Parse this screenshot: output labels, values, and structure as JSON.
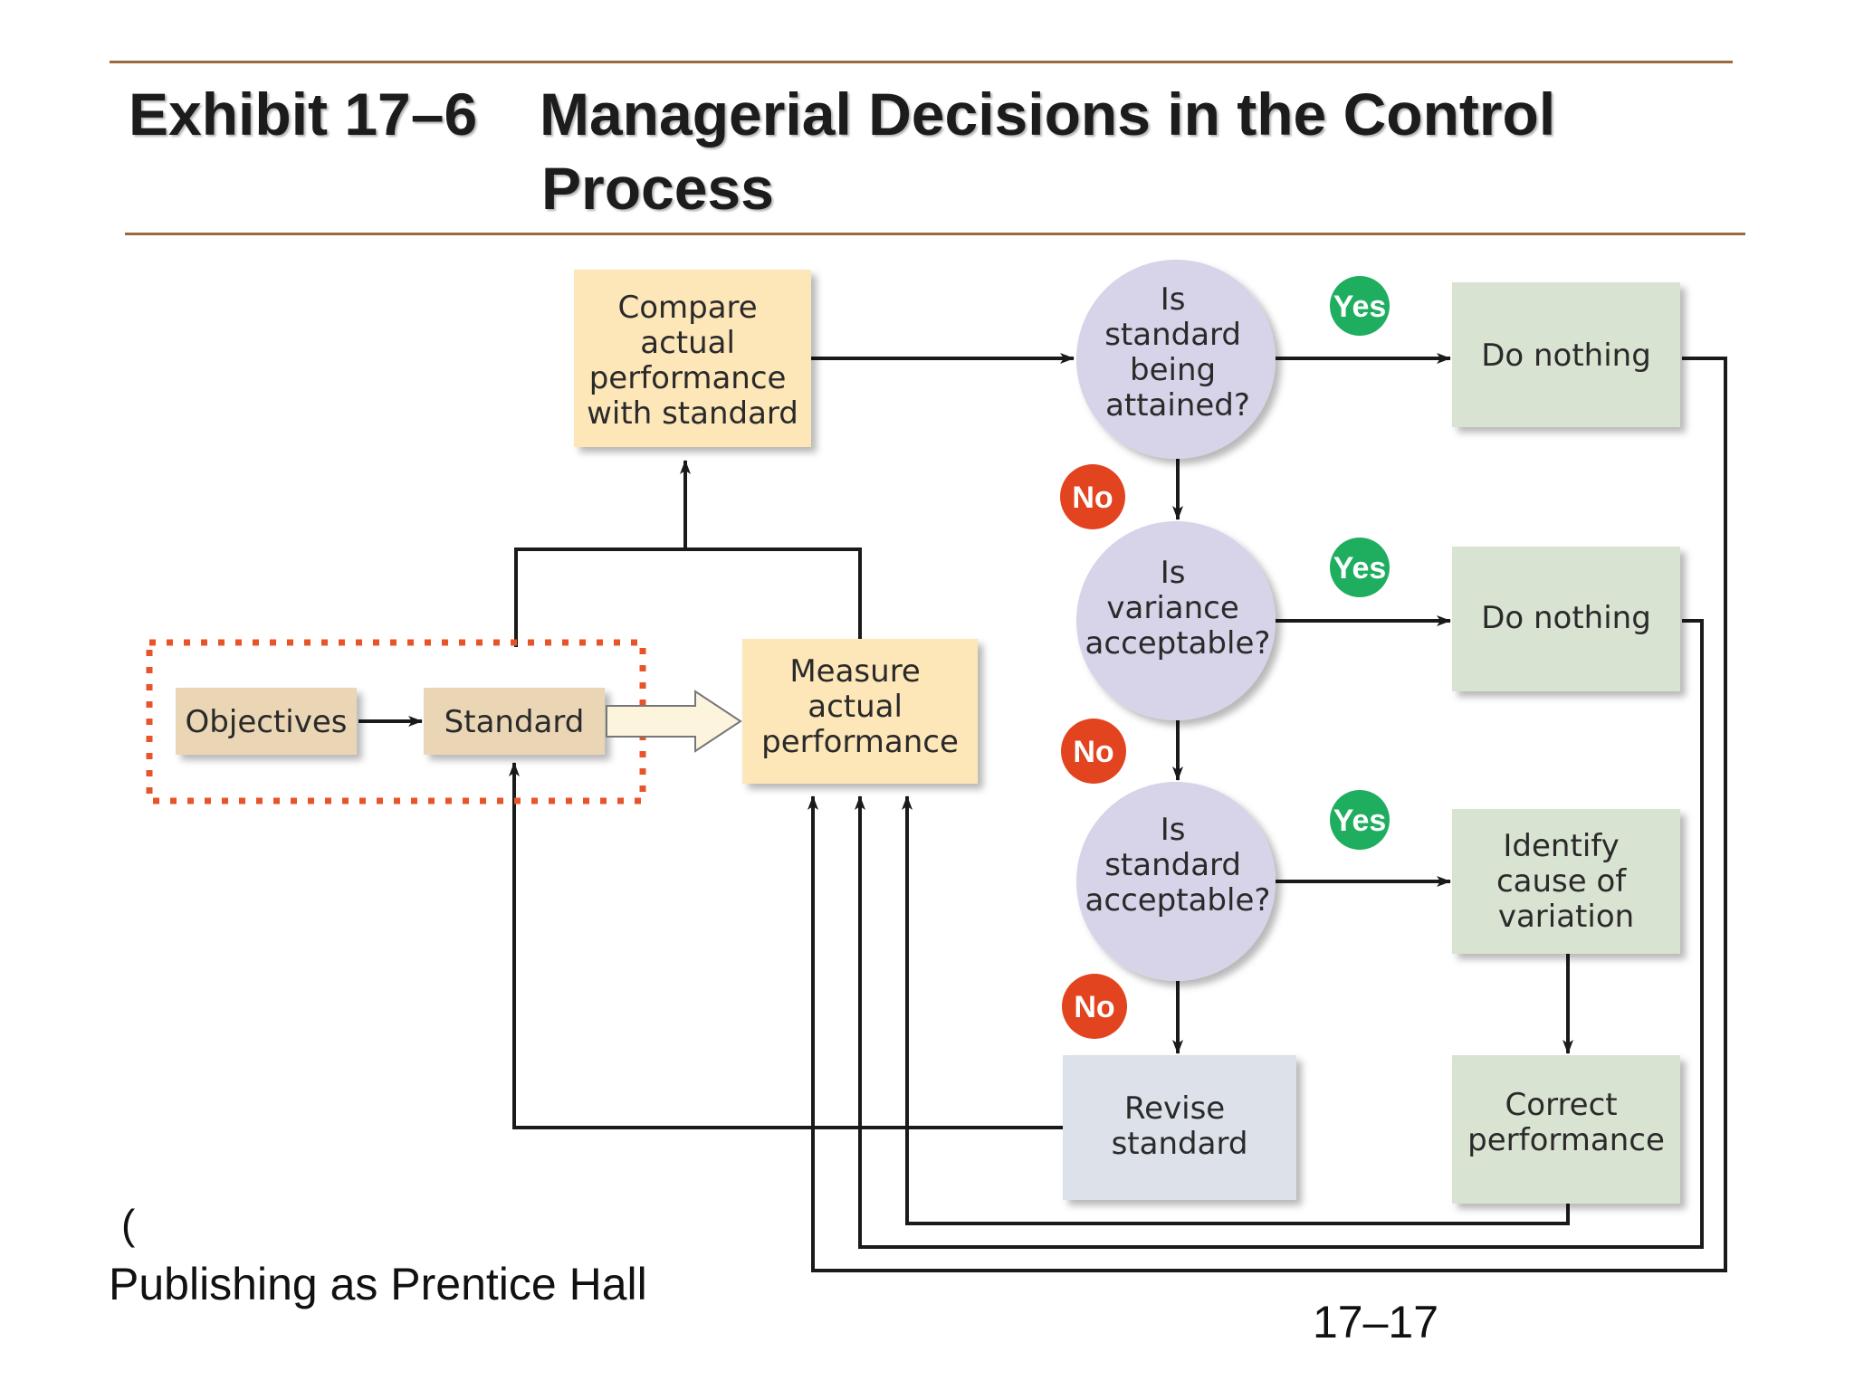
{
  "title": {
    "exhibit": "Exhibit 17–6",
    "line1": "Managerial Decisions in the Control",
    "line2": "Process"
  },
  "nodes": {
    "objectives": "Objectives",
    "standard": "Standard",
    "measure": [
      "Measure",
      "actual",
      "performance"
    ],
    "compare": [
      "Compare",
      "actual",
      "performance",
      "with standard"
    ],
    "q1": [
      "Is",
      "standard",
      "being",
      "attained?"
    ],
    "q2": [
      "Is",
      "variance",
      "acceptable?"
    ],
    "q3": [
      "Is",
      "standard",
      "acceptable?"
    ],
    "do_nothing_1": "Do nothing",
    "do_nothing_2": "Do nothing",
    "identify": [
      "Identify",
      "cause of",
      "variation"
    ],
    "correct": [
      "Correct",
      "performance"
    ],
    "revise": [
      "Revise",
      "standard"
    ]
  },
  "badges": {
    "yes": "Yes",
    "no": "No"
  },
  "colors": {
    "rule": "#9a6a3e",
    "orange_box": "#fde6b8",
    "tan_box": "#ead6b5",
    "circle": "#d7d3e8",
    "green_box": "#d9e3d2",
    "grey_box": "#dde2ea",
    "yes_badge": "#1fae5f",
    "no_badge": "#e2441f",
    "dotted_border": "#e8542a"
  },
  "footer": {
    "copyright_fragment": "(",
    "publisher": "Publishing as Prentice Hall",
    "page_number": "17–17"
  }
}
